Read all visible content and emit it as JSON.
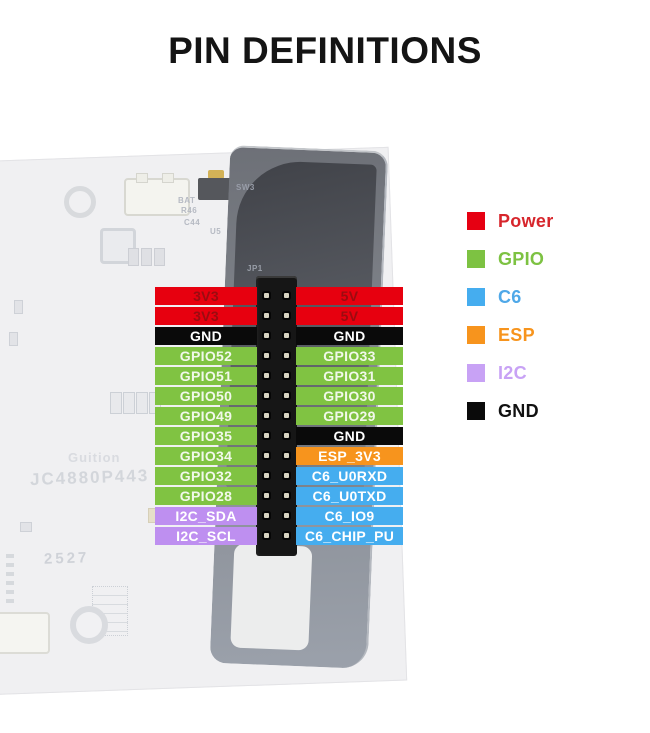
{
  "title": "PIN DEFINITIONS",
  "colors": {
    "power": {
      "bg": "#E7000F",
      "text": "#9B0B10"
    },
    "gpio": {
      "bg": "#80C342",
      "text": "#F1F8EA"
    },
    "gnd": {
      "bg": "#0A0A0A",
      "text": "#FFFFFF"
    },
    "esp": {
      "bg": "#F7941D",
      "text": "#FFFFFF"
    },
    "c6": {
      "bg": "#45ADEF",
      "text": "#FFFFFF"
    },
    "i2c": {
      "bg": "#BE8FF0",
      "text": "#FFFFFF"
    }
  },
  "pin_header": {
    "silk_label": "JP1",
    "pin_pairs": 13
  },
  "pin_rows": [
    {
      "left": {
        "label": "3V3",
        "type": "power"
      },
      "right": {
        "label": "5V",
        "type": "power"
      }
    },
    {
      "left": {
        "label": "3V3",
        "type": "power"
      },
      "right": {
        "label": "5V",
        "type": "power"
      }
    },
    {
      "left": {
        "label": "GND",
        "type": "gnd"
      },
      "right": {
        "label": "GND",
        "type": "gnd"
      }
    },
    {
      "left": {
        "label": "GPIO52",
        "type": "gpio"
      },
      "right": {
        "label": "GPIO33",
        "type": "gpio"
      }
    },
    {
      "left": {
        "label": "GPIO51",
        "type": "gpio"
      },
      "right": {
        "label": "GPIO31",
        "type": "gpio"
      }
    },
    {
      "left": {
        "label": "GPIO50",
        "type": "gpio"
      },
      "right": {
        "label": "GPIO30",
        "type": "gpio"
      }
    },
    {
      "left": {
        "label": "GPIO49",
        "type": "gpio"
      },
      "right": {
        "label": "GPIO29",
        "type": "gpio"
      }
    },
    {
      "left": {
        "label": "GPIO35",
        "type": "gpio"
      },
      "right": {
        "label": "GND",
        "type": "gnd"
      }
    },
    {
      "left": {
        "label": "GPIO34",
        "type": "gpio"
      },
      "right": {
        "label": "ESP_3V3",
        "type": "esp"
      }
    },
    {
      "left": {
        "label": "GPIO32",
        "type": "gpio"
      },
      "right": {
        "label": "C6_U0RXD",
        "type": "c6"
      }
    },
    {
      "left": {
        "label": "GPIO28",
        "type": "gpio"
      },
      "right": {
        "label": "C6_U0TXD",
        "type": "c6"
      }
    },
    {
      "left": {
        "label": "I2C_SDA",
        "type": "i2c"
      },
      "right": {
        "label": "C6_IO9",
        "type": "c6"
      }
    },
    {
      "left": {
        "label": "I2C_SCL",
        "type": "i2c"
      },
      "right": {
        "label": "C6_CHIP_PU",
        "type": "c6"
      }
    }
  ],
  "legend": {
    "items": [
      {
        "label": "Power",
        "color": "#E60012",
        "text_color": "#D7262C"
      },
      {
        "label": "GPIO",
        "color": "#7DC242",
        "text_color": "#7DC242"
      },
      {
        "label": "C6",
        "color": "#45ADEF",
        "text_color": "#4FA8E8"
      },
      {
        "label": "ESP",
        "color": "#F7941D",
        "text_color": "#F7941D"
      },
      {
        "label": "I2C",
        "color": "#C8A2F5",
        "text_color": "#C8A2F5"
      },
      {
        "label": "GND",
        "color": "#0A0A0A",
        "text_color": "#111111"
      }
    ]
  },
  "photo": {
    "silkscreen": {
      "sw3": "SW3",
      "bat": "BAT",
      "r46": "R46",
      "c44": "C44",
      "u5": "U5",
      "brand": "Guition",
      "model": "JC4880P443",
      "date_code": "2527"
    }
  }
}
